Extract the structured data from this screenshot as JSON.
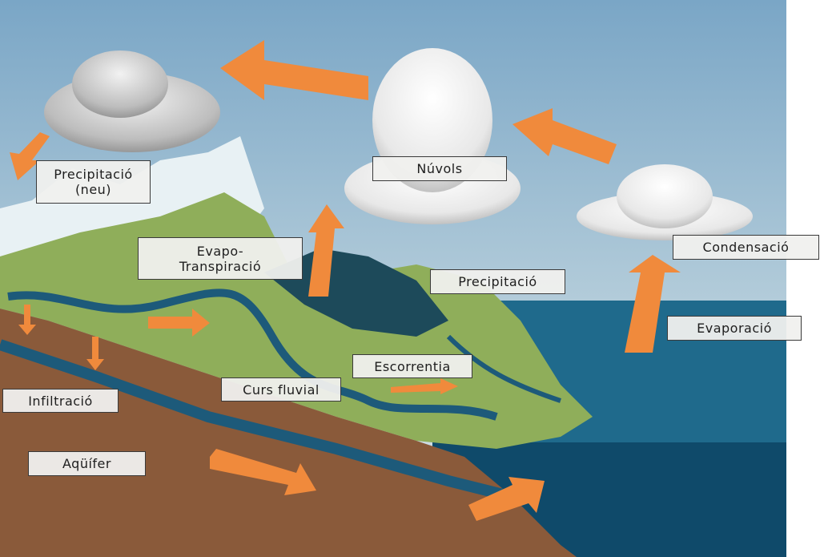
{
  "title": "Water cycle diagram",
  "colors": {
    "sky_top": "#7fa9c8",
    "sky_bottom": "#d6e3e8",
    "sea": "#1f6a8c",
    "deep_sea": "#0f4a6a",
    "soil": "#8a5a3a",
    "land": "#8fae5a",
    "arrow": "#f08a3c",
    "river": "#1d5a7a"
  },
  "labels": {
    "snow_precipitation": "Precipitació (neu)",
    "clouds": "Núvols",
    "condensation": "Condensació",
    "evapotranspiration": "Evapo- Transpiració",
    "precipitation": "Precipitació",
    "evaporation": "Evaporació",
    "runoff": "Escorrentia",
    "river": "Curs fluvial",
    "infiltration": "Infiltració",
    "aquifer": "Aqüífer"
  }
}
